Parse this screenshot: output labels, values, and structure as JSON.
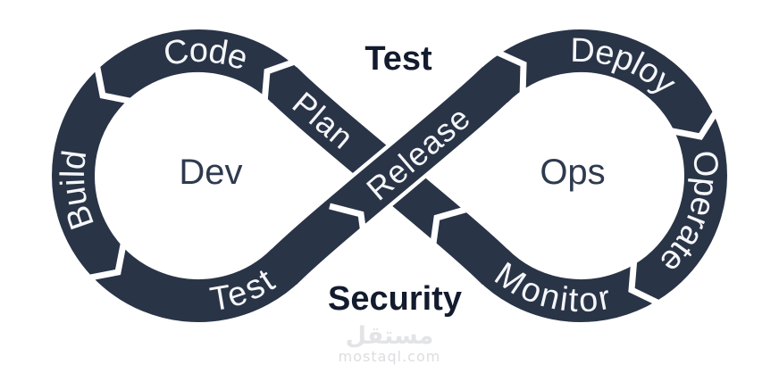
{
  "diagram": {
    "top_label": "Test",
    "bottom_label": "Security",
    "left_loop": "Dev",
    "right_loop": "Ops",
    "ribbon": {
      "plan": "Plan",
      "code": "Code",
      "build": "Build",
      "test": "Test",
      "release": "Release",
      "deploy": "Deploy",
      "operate": "Operate",
      "monitor": "Monitor"
    },
    "flow_order": [
      "Plan",
      "Code",
      "Build",
      "Test",
      "Release",
      "Deploy",
      "Operate",
      "Monitor"
    ],
    "watermark": {
      "logo_text": "مستقل",
      "site": "mostaql.com"
    },
    "colors": {
      "band": "#293447",
      "ribbon_text": "#f5f6f8",
      "loop_text": "#2e3a4e",
      "emphasis_text": "#131c2e",
      "watermark_logo": "#e3e4e6",
      "watermark_site": "#dcdde0",
      "background": "#ffffff"
    }
  }
}
